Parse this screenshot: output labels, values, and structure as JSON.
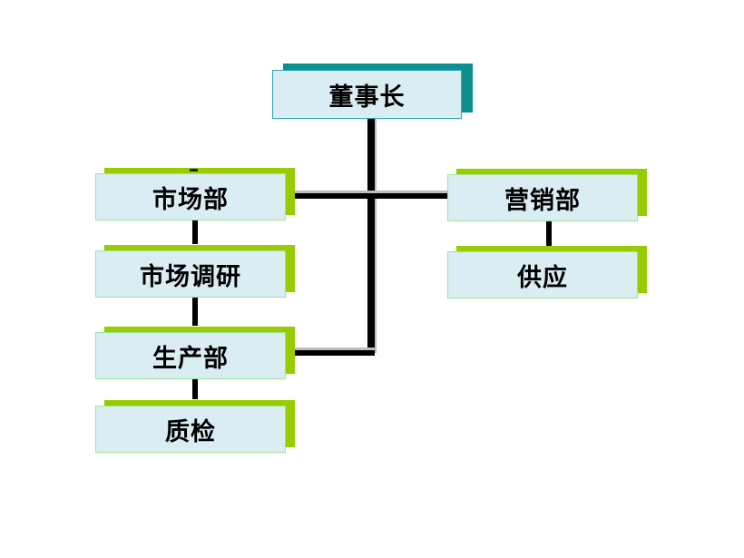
{
  "diagram": {
    "type": "org-chart",
    "nodes": [
      {
        "id": "chairman",
        "label": "董事长",
        "level": 0,
        "shadow": "teal"
      },
      {
        "id": "marketing",
        "label": "市场部",
        "level": 1,
        "shadow": "green"
      },
      {
        "id": "market-research",
        "label": "市场调研",
        "level": 2,
        "shadow": "green"
      },
      {
        "id": "production",
        "label": "生产部",
        "level": 1,
        "shadow": "green"
      },
      {
        "id": "quality-inspection",
        "label": "质检",
        "level": 2,
        "shadow": "green"
      },
      {
        "id": "sales",
        "label": "营销部",
        "level": 1,
        "shadow": "green"
      },
      {
        "id": "supply",
        "label": "供应",
        "level": 2,
        "shadow": "green"
      }
    ],
    "edges": [
      {
        "from": "chairman",
        "to": "marketing"
      },
      {
        "from": "chairman",
        "to": "sales"
      },
      {
        "from": "chairman",
        "to": "production"
      },
      {
        "from": "marketing",
        "to": "market-research"
      },
      {
        "from": "market-research",
        "to": "production"
      },
      {
        "from": "production",
        "to": "quality-inspection"
      },
      {
        "from": "sales",
        "to": "supply"
      }
    ],
    "colors": {
      "background": "#ffffff",
      "node_fill": "#d9edf2",
      "node_border_green": "#9ce49c",
      "node_border_teal": "#2ba4b4",
      "shadow_green": "#99cb00",
      "shadow_teal": "#0f8e91",
      "connector": "#000000",
      "connector_shadow": "#bdbdbd",
      "text": "#000000"
    }
  }
}
